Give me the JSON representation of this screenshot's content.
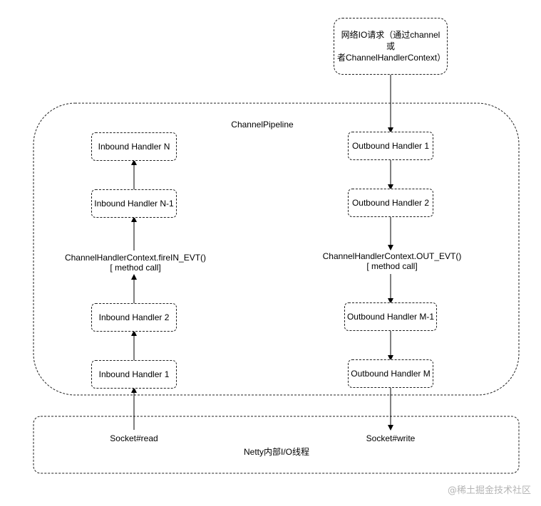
{
  "request_box": {
    "line1": "网络IO请求（通过channel或",
    "line2": "者ChannelHandlerContext）"
  },
  "pipeline": {
    "title": "ChannelPipeline"
  },
  "inbound": {
    "handler_n": "Inbound Handler  N",
    "handler_n_minus_1": "Inbound Handler  N-1",
    "method_line1": "ChannelHandlerContext.fireIN_EVT()",
    "method_line2": "[ method call]",
    "handler_2": "Inbound Handler  2",
    "handler_1": "Inbound Handler  1"
  },
  "outbound": {
    "handler_1": "Outbound Handler  1",
    "handler_2": "Outbound Handler  2",
    "method_line1": "ChannelHandlerContext.OUT_EVT()",
    "method_line2": "[ method call]",
    "handler_m_minus_1": "Outbound Handler M-1",
    "handler_m": "Outbound Handler M"
  },
  "io_thread": {
    "socket_read": "Socket#read",
    "socket_write": "Socket#write",
    "title": "Netty内部I/O线程"
  },
  "watermark": "@稀土掘金技术社区"
}
